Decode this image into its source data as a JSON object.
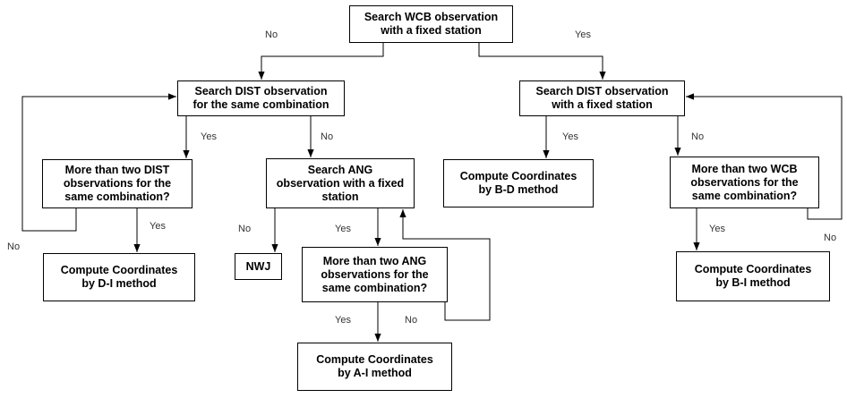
{
  "diagram": {
    "type": "flowchart",
    "nodes": {
      "search_wcb": {
        "label": "Search WCB observation\nwith a fixed station"
      },
      "search_dist_combo": {
        "label": "Search DIST observation\nfor the same combination"
      },
      "search_dist_fixed": {
        "label": "Search DIST observation\nwith a fixed station"
      },
      "more_dist": {
        "label": "More than two DIST\nobservations for the\nsame combination?"
      },
      "search_ang": {
        "label": "Search ANG\nobservation with a fixed\nstation"
      },
      "compute_bd": {
        "label": "Compute Coordinates\nby B-D method"
      },
      "more_wcb": {
        "label": "More than two WCB\nobservations for the\nsame combination?"
      },
      "compute_di": {
        "label": "Compute Coordinates\nby D-I method"
      },
      "nwj": {
        "label": "NWJ"
      },
      "more_ang": {
        "label": "More than two ANG\nobservations for the\nsame combination?"
      },
      "compute_bi": {
        "label": "Compute Coordinates\nby B-I method"
      },
      "compute_ai": {
        "label": "Compute Coordinates\nby A-I method"
      }
    },
    "edge_labels": {
      "wcb_no": "No",
      "wcb_yes": "Yes",
      "dist_combo_yes": "Yes",
      "dist_combo_no": "No",
      "dist_fixed_yes": "Yes",
      "dist_fixed_no": "No",
      "more_dist_yes": "Yes",
      "more_dist_no": "No",
      "ang_no": "No",
      "ang_yes": "Yes",
      "more_ang_yes": "Yes",
      "more_ang_no": "No",
      "more_wcb_yes": "Yes",
      "more_wcb_no": "No"
    },
    "colors": {
      "background": "#ffffff",
      "box_fill": "#ffffff",
      "box_border": "#000000",
      "box_text": "#000000",
      "connector_line": "#000000",
      "edge_label_text": "#333333"
    }
  }
}
